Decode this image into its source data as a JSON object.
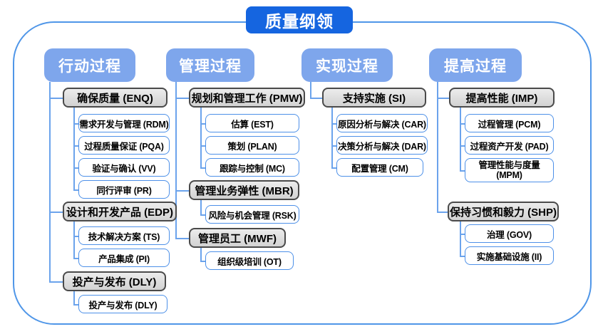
{
  "title": "质量纲领",
  "colors": {
    "title_bg": "#1565e0",
    "header_bg": "#7ea6ec",
    "parent_bg": "#d9d9d9",
    "parent_border": "#4a4a4a",
    "child_border": "#4d90e8",
    "connector": "#6ba3ec",
    "container_border": "#4f96e8"
  },
  "columns": [
    {
      "header": "行动过程",
      "groups": [
        {
          "label": "确保质量 (ENQ)",
          "children": [
            "需求开发与管理 (RDM)",
            "过程质量保证 (PQA)",
            "验证与确认 (VV)",
            "同行评审 (PR)"
          ]
        },
        {
          "label": "设计和开发产品 (EDP)",
          "children": [
            "技术解决方案 (TS)",
            "产品集成 (PI)"
          ]
        },
        {
          "label": "投产与发布 (DLY)",
          "children": [
            "投产与发布 (DLY)"
          ]
        }
      ]
    },
    {
      "header": "管理过程",
      "groups": [
        {
          "label": "规划和管理工作 (PMW)",
          "children": [
            "估算 (EST)",
            "策划 (PLAN)",
            "跟踪与控制 (MC)"
          ]
        },
        {
          "label": "管理业务弹性 (MBR)",
          "children": [
            "风险与机会管理 (RSK)"
          ]
        },
        {
          "label": "管理员工 (MWF)",
          "children": [
            "组织级培训 (OT)"
          ]
        }
      ]
    },
    {
      "header": "实现过程",
      "groups": [
        {
          "label": "支持实施 (SI)",
          "children": [
            "原因分析与解决 (CAR)",
            "决策分析与解决 (DAR)",
            "配置管理 (CM)"
          ]
        }
      ]
    },
    {
      "header": "提高过程",
      "groups": [
        {
          "label": "提高性能 (IMP)",
          "children": [
            "过程管理 (PCM)",
            "过程资产开发 (PAD)",
            "管理性能与度量 (MPM)"
          ]
        },
        {
          "label": "保持习惯和毅力 (SHP)",
          "children": [
            "治理 (GOV)",
            "实施基础设施 (II)"
          ]
        }
      ]
    }
  ]
}
